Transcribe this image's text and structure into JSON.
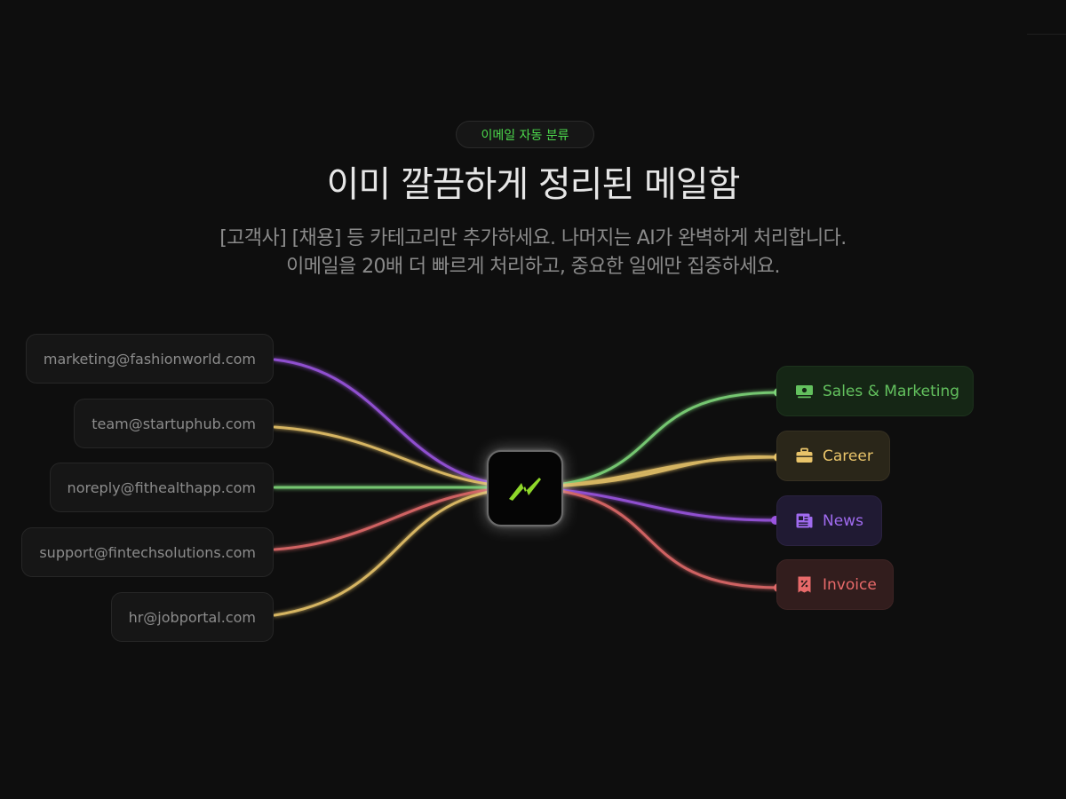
{
  "badge": "이메일 자동 분류",
  "title": "이미 깔끔하게 정리된 메일함",
  "subtitle": [
    "[고객사] [채용] 등 카테고리만 추가하세요. 나머지는 AI가 완벽하게 처리합니다.",
    "이메일을 20배 더 빠르게 처리하고, 중요한 일에만 집중하세요."
  ],
  "sources": [
    "marketing@fashionworld.com",
    "team@startuphub.com",
    "noreply@fithealthapp.com",
    "support@fintechsolutions.com",
    "hr@jobportal.com"
  ],
  "hub": {
    "icon": "lightning-bolt-icon",
    "color": "#8fd82a"
  },
  "categories": [
    {
      "label": "Sales & Marketing",
      "icon": "money-icon",
      "color": "#63c15e"
    },
    {
      "label": "Career",
      "icon": "briefcase-icon",
      "color": "#e9c46a"
    },
    {
      "label": "News",
      "icon": "newspaper-icon",
      "color": "#a06bef"
    },
    {
      "label": "Invoice",
      "icon": "receipt-icon",
      "color": "#e86a6a"
    }
  ],
  "colors": {
    "background": "#0e0e0e",
    "accent_green": "#4ddb4d",
    "purple": "#9b55e0",
    "yellow": "#e8c46a",
    "green": "#7ed67a",
    "red": "#e06a6a"
  }
}
